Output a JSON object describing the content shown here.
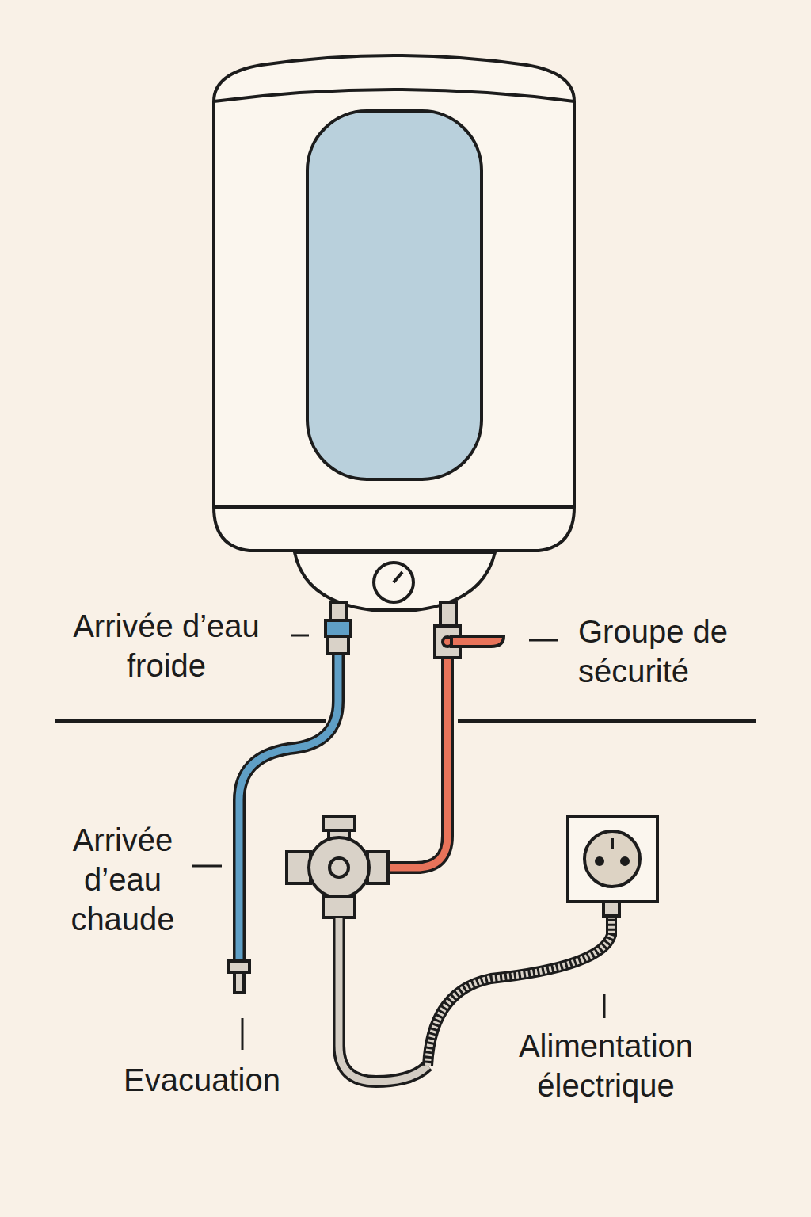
{
  "diagram": {
    "labels": [
      "Arrivée d’eau froide",
      "Groupe de sécurité",
      "Arrivée d’eau chaude",
      "Evacuation",
      "Alimentation électrique"
    ]
  }
}
